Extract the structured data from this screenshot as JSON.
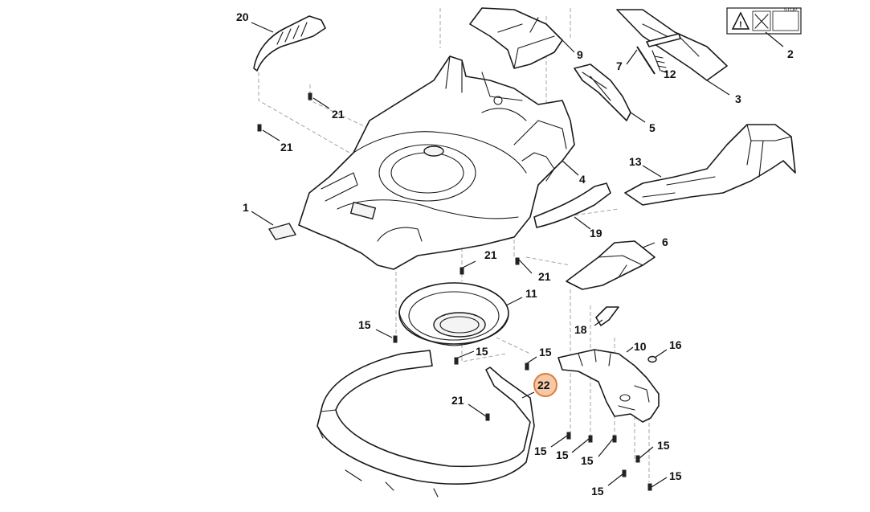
{
  "diagram": {
    "highlight_color": "#f5c9a8",
    "highlight_stroke": "#e07b3a",
    "callouts": {
      "c1": "1",
      "c2": "2",
      "c3": "3",
      "c4": "4",
      "c5": "5",
      "c6": "6",
      "c7": "7",
      "c9": "9",
      "c10": "10",
      "c11": "11",
      "c12": "12",
      "c13": "13",
      "c16": "16",
      "c18": "18",
      "c19": "19",
      "c20": "20",
      "c21a": "21",
      "c21b": "21",
      "c21c": "21",
      "c21d": "21",
      "c21e": "21",
      "c15a": "15",
      "c15b": "15",
      "c15c": "15",
      "c15d": "15",
      "c15e": "15",
      "c15f": "15",
      "c15g": "15",
      "c15h": "15",
      "c15i": "15",
      "c22": "22"
    },
    "sticker_text": "STOP"
  }
}
